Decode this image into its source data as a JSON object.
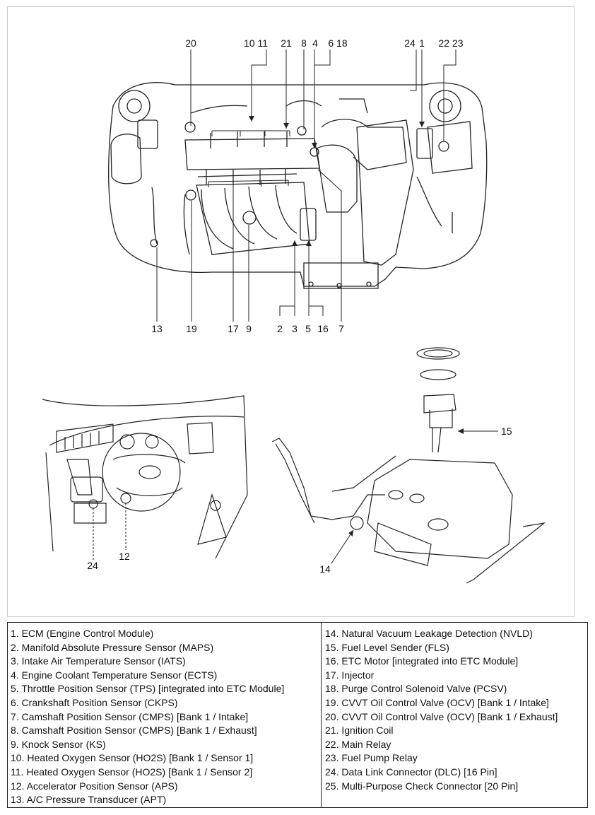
{
  "engine_callouts": {
    "n20": "20",
    "n10_11": "10 11",
    "n21": "21",
    "n8": "8",
    "n4": "4",
    "n6_18": "6 18",
    "n24": "24",
    "n1": "1",
    "n22_23": "22 23",
    "n13": "13",
    "n19": "19",
    "n17": "17",
    "n9": "9",
    "n2": "2",
    "n3": "3",
    "n5": "5",
    "n16": "16",
    "n7": "7"
  },
  "cabin_callouts": {
    "n24": "24",
    "n12": "12"
  },
  "tank_callouts": {
    "n15": "15",
    "n14": "14"
  },
  "legend": {
    "left": [
      "1. ECM (Engine Control Module)",
      "2. Manifold Absolute Pressure Sensor (MAPS)",
      "3. Intake Air Temperature Sensor (IATS)",
      "4. Engine Coolant Temperature Sensor (ECTS)",
      "5. Throttle Position Sensor (TPS) [integrated into ETC Module]",
      "6. Crankshaft Position Sensor (CKPS)",
      "7. Camshaft Position Sensor (CMPS) [Bank 1 / Intake]",
      "8. Camshaft Position Sensor (CMPS) [Bank 1 / Exhaust]",
      "9. Knock Sensor (KS)",
      "10. Heated Oxygen Sensor (HO2S) [Bank 1 / Sensor 1]",
      "11. Heated Oxygen Sensor (HO2S) [Bank 1 / Sensor 2]",
      "12. Accelerator Position Sensor (APS)",
      "13. A/C Pressure Transducer (APT)"
    ],
    "right": [
      "14. Natural Vacuum Leakage Detection (NVLD)",
      "15. Fuel Level Sender (FLS)",
      "16. ETC Motor [integrated into ETC Module]",
      "17. Injector",
      "18. Purge Control Solenoid Valve (PCSV)",
      "19. CVVT Oil Control Valve (OCV) [Bank 1 / Intake]",
      "20. CVVT Oil Control Valve (OCV) [Bank 1 / Exhaust]",
      "21. Ignition Coil",
      "22. Main Relay",
      "23. Fuel Pump Relay",
      "24. Data Link Connector (DLC) [16 Pin]",
      "25. Multi-Purpose Check Connector [20 Pin]"
    ]
  }
}
